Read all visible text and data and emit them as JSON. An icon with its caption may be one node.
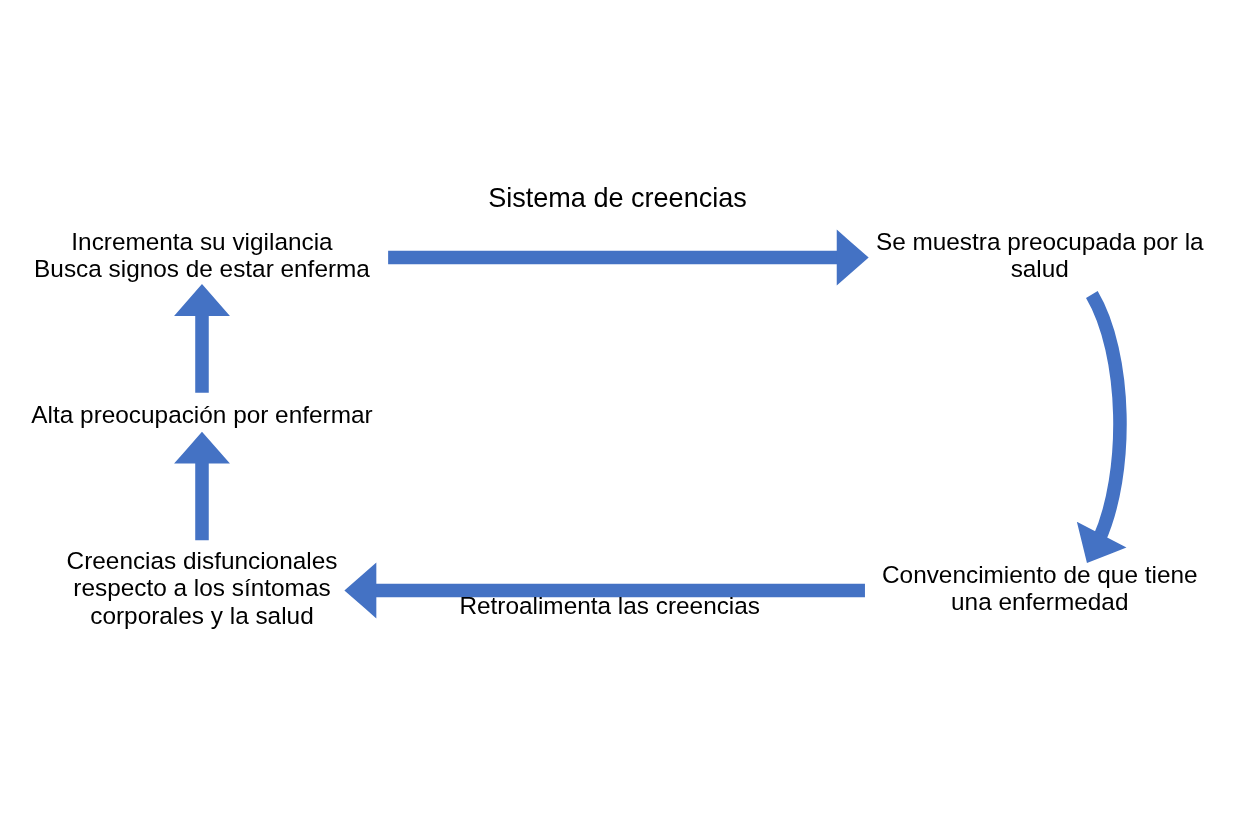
{
  "diagram": {
    "title": "Sistema de creencias",
    "nodes": [
      {
        "text": [
          "Incrementa su vigilancia",
          "Busca signos de estar enferma"
        ]
      },
      {
        "text": [
          "Se muestra preocupada por la salud"
        ]
      },
      {
        "text": [
          "Convencimiento de que tiene una enfermedad"
        ]
      },
      {
        "text": [
          "Creencias disfuncionales respecto a los síntomas corporales y la salud"
        ]
      },
      {
        "text": [
          "Alta preocupación por enfermar"
        ]
      }
    ],
    "edges": [
      {
        "from": 0,
        "to": 1,
        "arrow": "to"
      },
      {
        "from": 1,
        "to": 2,
        "arrow": "to"
      },
      {
        "from": 2,
        "to": 3,
        "arrow": "to",
        "label": "Retroalimenta las creencias"
      },
      {
        "from": 3,
        "to": 4,
        "arrow": "to"
      },
      {
        "from": 4,
        "to": 0,
        "arrow": "to"
      }
    ]
  }
}
